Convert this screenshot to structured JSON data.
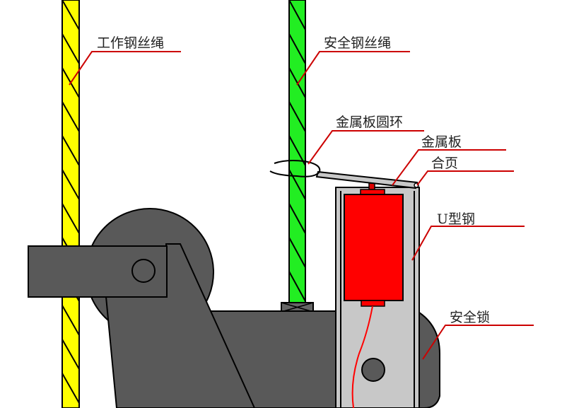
{
  "labels": {
    "working_rope": "工作钢丝绳",
    "safety_rope": "安全钢丝绳",
    "plate_ring": "金属板圆环",
    "metal_plate": "金属板",
    "hinge": "合页",
    "u_steel": "U型钢",
    "safety_lock": "安全锁"
  },
  "colors": {
    "working_rope": "#ffff00",
    "safety_rope": "#22ee22",
    "lock_cylinder": "#ff0000",
    "leader_line": "#cc0000",
    "body": "#595959",
    "u_steel": "#c8c8c8"
  }
}
